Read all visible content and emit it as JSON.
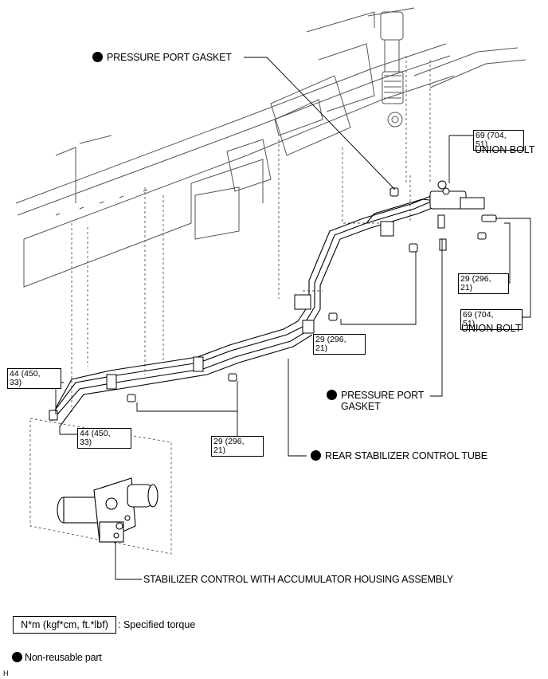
{
  "callouts": {
    "pressure_port_gasket_top": "PRESSURE PORT GASKET",
    "union_bolt_top": "UNION BOLT",
    "union_bolt_right": "UNION BOLT",
    "pressure_port_gasket_bottom_line1": "PRESSURE PORT",
    "pressure_port_gasket_bottom_line2": "GASKET",
    "rear_stabilizer_control_tube": "REAR STABILIZER CONTROL TUBE",
    "stabilizer_control_assembly": "STABILIZER CONTROL WITH ACCUMULATOR HOUSING ASSEMBLY"
  },
  "torque": {
    "t69_top": {
      "line1": "69 (704,",
      "line2": "51)"
    },
    "t29_right": {
      "line1": "29 (296,",
      "line2": "21)"
    },
    "t69_right": {
      "line1": "69 (704,",
      "line2": "51)"
    },
    "t29_center": {
      "line1": "29 (296,",
      "line2": "21)"
    },
    "t44_left": {
      "line1": "44 (450,",
      "line2": "33)"
    },
    "t44_lower": {
      "line1": "44 (450,",
      "line2": "33)"
    },
    "t29_bottom": {
      "line1": "29 (296,",
      "line2": "21)"
    }
  },
  "legend": {
    "unit_box": "N*m (kgf*cm, ft.*lbf)",
    "unit_desc": ": Specified torque",
    "non_reusable": "Non-reusable part"
  },
  "corner_mark": "H",
  "colors": {
    "ink": "#000000",
    "frame": "#555555",
    "background": "#ffffff"
  }
}
